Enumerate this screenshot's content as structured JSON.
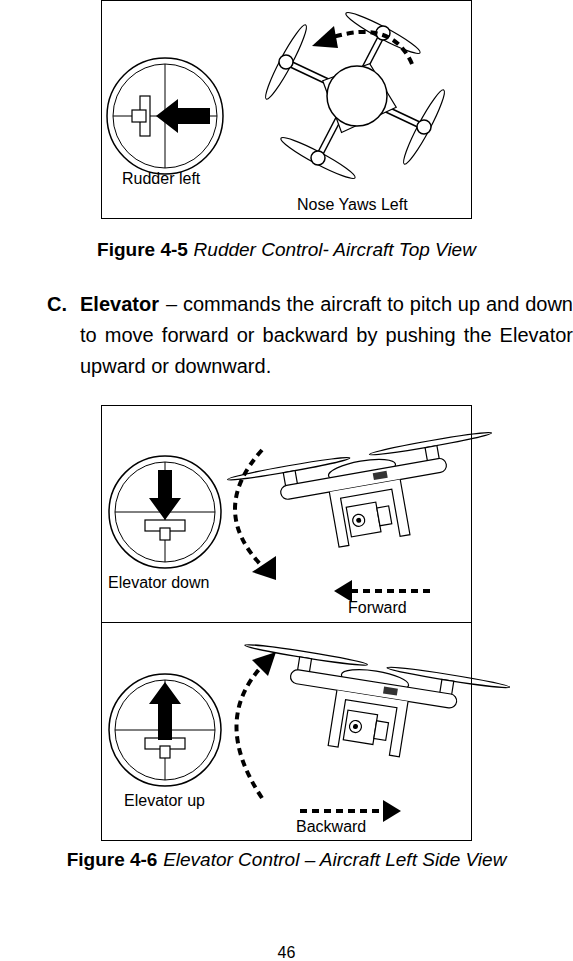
{
  "diagram": {
    "nodes": [
      {
        "text": [
          "Rudder left",
          "Nose Yaws Left"
        ]
      },
      {
        "text": [
          "Elevator down",
          "Forward"
        ]
      },
      {
        "text": [
          "Elevator up",
          "Backward"
        ]
      }
    ],
    "edges": [],
    "labels": [
      "Figure 4-5",
      "Rudder Control- Aircraft Top View",
      "C.",
      "Elevator",
      "– commands the aircraft to pitch up and down to move forward or backward by pushing the Elevator upward or downward.",
      "Figure 4-6",
      "Elevator Control – Aircraft Left Side View",
      "46"
    ]
  }
}
